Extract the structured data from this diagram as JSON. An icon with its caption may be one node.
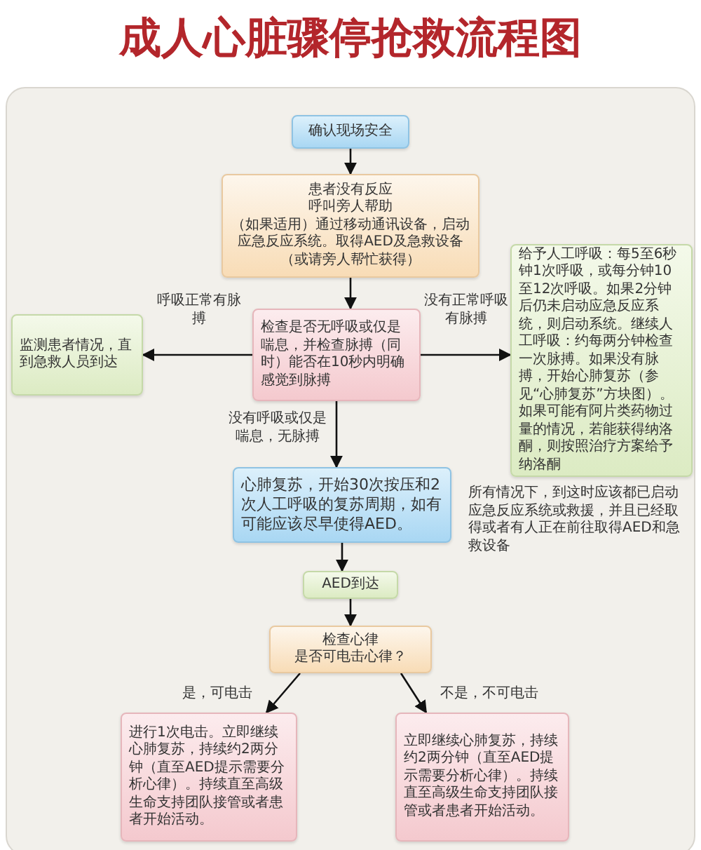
{
  "diagram": {
    "title": "成人心脏骤停抢救流程图",
    "nodes": [
      {
        "text": [
          "确认现场安全"
        ]
      },
      {
        "text": [
          "患者没有反应",
          "呼叫旁人帮助",
          "（如果适用）通过移动通讯设备，启动应急反应系统。取得AED及急救设备",
          "（或请旁人帮忙获得）"
        ]
      },
      {
        "text": [
          "监测患者情况，直到急救人员到达"
        ]
      },
      {
        "text": [
          "检查是否无呼吸或仅是喘息，并检查脉搏（同时）能否在10秒内明确感觉到脉搏"
        ]
      },
      {
        "text": [
          "给予人工呼吸：每5至6秒钟1次呼吸，或每分钟10至12次呼吸。如果2分钟后仍未启动应急反应系统，则启动系统。继续人工呼吸：约每两分钟检查一次脉搏。如果没有脉搏，开始心肺复苏（参见“心肺复苏”方块图）。如果可能有阿片类药物过量的情况，若能获得纳洛酮，则按照治疗方案给予纳洛酮"
        ]
      },
      {
        "text": [
          "心肺复苏，开始30次按压和2次人工呼吸的复苏周期，如有可能应该尽早使得AED。"
        ]
      },
      {
        "text": [
          "AED到达"
        ]
      },
      {
        "text": [
          "检查心律",
          "是否可电击心律？"
        ]
      },
      {
        "text": [
          "进行1次电击。立即继续心肺复苏，持续约2两分钟（直至AED提示需要分析心律）。持续直至高级生命支持团队接管或者患者开始活动。"
        ]
      },
      {
        "text": [
          "立即继续心肺复苏，持续约2两分钟（直至AED提示需要分析心律）。持续直至高级生命支持团队接管或者患者开始活动。"
        ]
      }
    ],
    "edges": [
      {
        "from": 0,
        "to": 1,
        "arrow": "to"
      },
      {
        "from": 1,
        "to": 3,
        "arrow": "to"
      },
      {
        "from": 3,
        "to": 2,
        "arrow": "to",
        "label": "呼吸正常有脉搏"
      },
      {
        "from": 3,
        "to": 4,
        "arrow": "to",
        "label": "没有正常呼吸有脉搏"
      },
      {
        "from": 3,
        "to": 5,
        "arrow": "to",
        "label": "没有呼吸或仅是喘息，无脉搏"
      },
      {
        "from": 5,
        "to": 6,
        "arrow": "to"
      },
      {
        "from": 6,
        "to": 7,
        "arrow": "to"
      },
      {
        "from": 7,
        "to": 8,
        "arrow": "to",
        "label": "是，可电击"
      },
      {
        "from": 7,
        "to": 9,
        "arrow": "to",
        "label": "不是，不可电击"
      }
    ],
    "labels": [
      "所有情况下，到这时应该都已启动应急反应系统或救援，并且已经取得或者有人正在前往取得AED和急救设备"
    ]
  }
}
